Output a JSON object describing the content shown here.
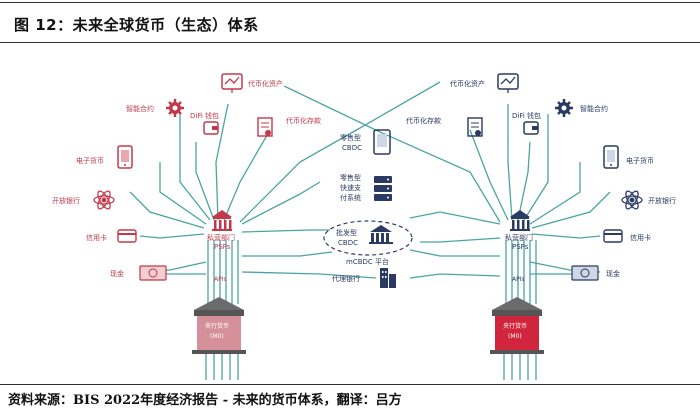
{
  "header": {
    "title": "图 12：未来全球货币（生态）体系"
  },
  "footer": {
    "source": "资料来源：BIS 2022年度经济报告 - 未来的货币体系，翻译：吕方"
  },
  "left_ecosystem": {
    "color": "#c23a4a",
    "labels": {
      "smart_contract": "智能合约",
      "defi_wallet": "DiFi 钱包",
      "tokenized_assets": "代币化资产",
      "tokenized_deposits": "代币化存款",
      "e_money": "电子货币",
      "open_banking": "开放银行",
      "credit_card": "信用卡",
      "cash": "现金",
      "private_sector": "私营部门",
      "psps": "PSPs",
      "apis": "APIs",
      "central_bank": "央行货币",
      "m0": "(M0)"
    }
  },
  "right_ecosystem": {
    "color": "#2b3a63",
    "labels": {
      "tokenized_assets": "代币化资产",
      "tokenized_deposits": "代币化存款",
      "defi_wallet": "DiFi 钱包",
      "smart_contract": "智能合约",
      "e_money": "电子货币",
      "open_banking": "开放银行",
      "credit_card": "信用卡",
      "cash": "现金",
      "private_sector": "私营部门",
      "psps": "PSPs",
      "apis": "APIs",
      "central_bank": "央行货币",
      "m0": "(M0)"
    }
  },
  "middle": {
    "retail_cbdc_1": "零售型",
    "retail_cbdc_2": "CBDC",
    "fps_1": "零售型",
    "fps_2": "快速支",
    "fps_3": "付系统",
    "wholesale_1": "批发型",
    "wholesale_2": "CBDC",
    "mcbdc": "mCBDC 平台",
    "correspondent": "代理银行"
  },
  "colors": {
    "teal": "#4aa5a0",
    "red": "#c23a4a",
    "navy": "#2b3a63",
    "bank_grey": "#6b6b6b"
  }
}
